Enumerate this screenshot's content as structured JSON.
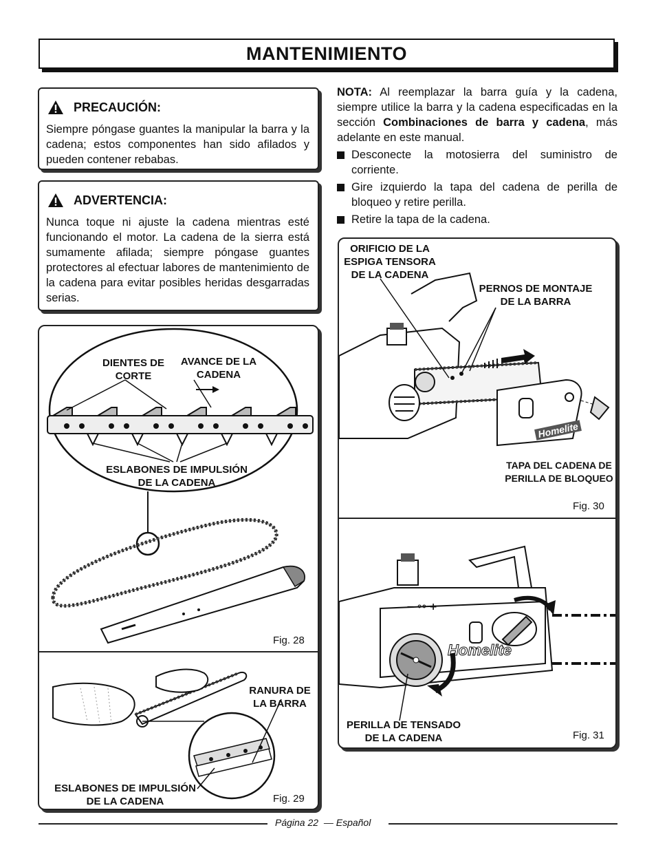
{
  "page_title": "MANTENIMIENTO",
  "caution": {
    "heading": "PRECAUCIÓN:",
    "text": "Siempre póngase guantes la manipular la barra y la cadena; estos componentes han sido afilados y pueden contener rebabas."
  },
  "warning": {
    "heading": "ADVERTENCIA:",
    "text": "Nunca toque ni ajuste la cadena mientras esté funcionando el motor. La cadena de la sierra está sumamente afilada; siempre póngase guantes protectores al efectuar labores de mantenimiento de la cadena para evitar posibles heridas desgarradas serias."
  },
  "note": {
    "label": "NOTA:",
    "text_before": " Al reemplazar la barra guía y la cadena, siempre utilice la barra y la cadena especificadas en la sección ",
    "bold_ref": "Combinaciones de barra y cadena",
    "text_after": ", más adelante en este manual."
  },
  "steps": [
    "Desconecte la motosierra del suministro de corriente.",
    "Gire izquierdo la tapa del cadena de perilla de bloqueo y retire perilla.",
    "Retire la tapa de la cadena."
  ],
  "fig28": {
    "label": "Fig. 28",
    "cutting_teeth": [
      "DIENTES DE",
      "CORTE"
    ],
    "chain_travel": [
      "AVANCE DE LA",
      "CADENA"
    ],
    "drive_links": [
      "ESLABONES DE IMPULSIÓN",
      "DE LA CADENA"
    ]
  },
  "fig29": {
    "label": "Fig. 29",
    "bar_groove": [
      "RANURA DE",
      "LA BARRA"
    ],
    "drive_links": [
      "ESLABONES DE IMPULSIÓN",
      "DE LA CADENA"
    ]
  },
  "fig30": {
    "label": "Fig. 30",
    "tension_pin_hole": [
      "ORIFICIO DE LA",
      "ESPIGA TENSORA",
      "DE LA CADENA"
    ],
    "bar_bolts": [
      "PERNOS DE MONTAJE",
      "DE LA BARRA"
    ],
    "cover_knob": [
      "TAPA DEL CADENA DE",
      "PERILLA DE BLOQUEO"
    ],
    "brand": "Homelite"
  },
  "fig31": {
    "label": "Fig. 31",
    "tension_knob": [
      "PERILLA DE TENSADO",
      "DE LA CADENA"
    ],
    "brand": "Homelite"
  },
  "footer": {
    "page": "Página 22",
    "lang": "— Español"
  }
}
